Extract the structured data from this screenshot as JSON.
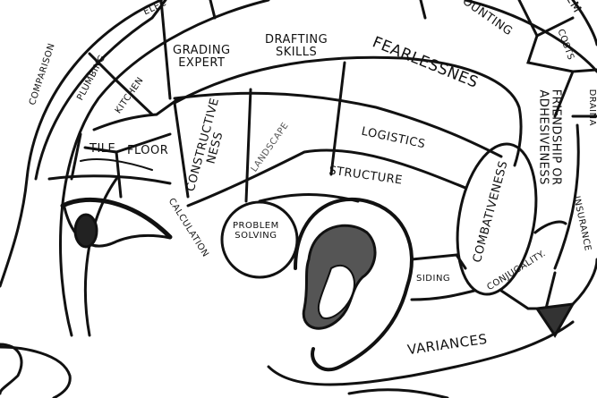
{
  "labels": {
    "elec": "ELEC",
    "em": "EM",
    "ounting": "OUNTING",
    "costs": "COSTS",
    "drainage": "DRAINA",
    "comparison": "COMPARISON",
    "plumbing": "PLUMBING",
    "kitchen": "KITCHEN",
    "grading_expert_1": "GRADING",
    "grading_expert_2": "EXPERT",
    "drafting_skills_1": "DRAFTING",
    "drafting_skills_2": "SKILLS",
    "fearlessnes": "FEARLESSNES",
    "friendship_1": "FRIENDSHIP OR",
    "friendship_2": "ADHESIVENESS",
    "constructive_1": "CONSTRUCTIVE",
    "constructive_2": "NESS",
    "landscape": "LANDSCAPE",
    "logistics": "LOGISTICS",
    "tile": "TILE",
    "floor": "FLOOR",
    "structure": "STRUCTURE",
    "combativeness": "COMBATIVENESS",
    "insurance": "INSURANCE",
    "calculation": "CALCULATION",
    "problem_solving_1": "PROBLEM",
    "problem_solving_2": "SOLVING",
    "siding": "SIDING",
    "conjugality": "CONJUGALITY.",
    "variances": "VARIANCES"
  }
}
